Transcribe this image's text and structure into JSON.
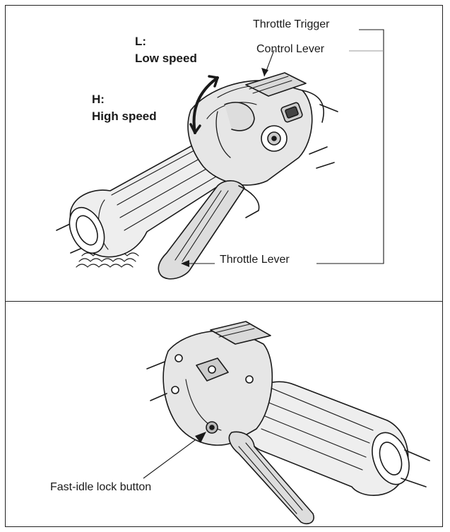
{
  "top_panel": {
    "labels": {
      "low_code": "L:",
      "low_text": "Low speed",
      "high_code": "H:",
      "high_text": "High speed",
      "throttle_trigger": "Throttle Trigger",
      "control_lever": "Control Lever",
      "throttle_lever": "Throttle Lever"
    }
  },
  "bottom_panel": {
    "labels": {
      "fast_idle_lock_button": "Fast-idle lock button"
    }
  },
  "colors": {
    "line": "#1a1a1a",
    "fill_light": "#eeeeee",
    "fill_mid": "#d9d9d9",
    "border": "#222222"
  }
}
